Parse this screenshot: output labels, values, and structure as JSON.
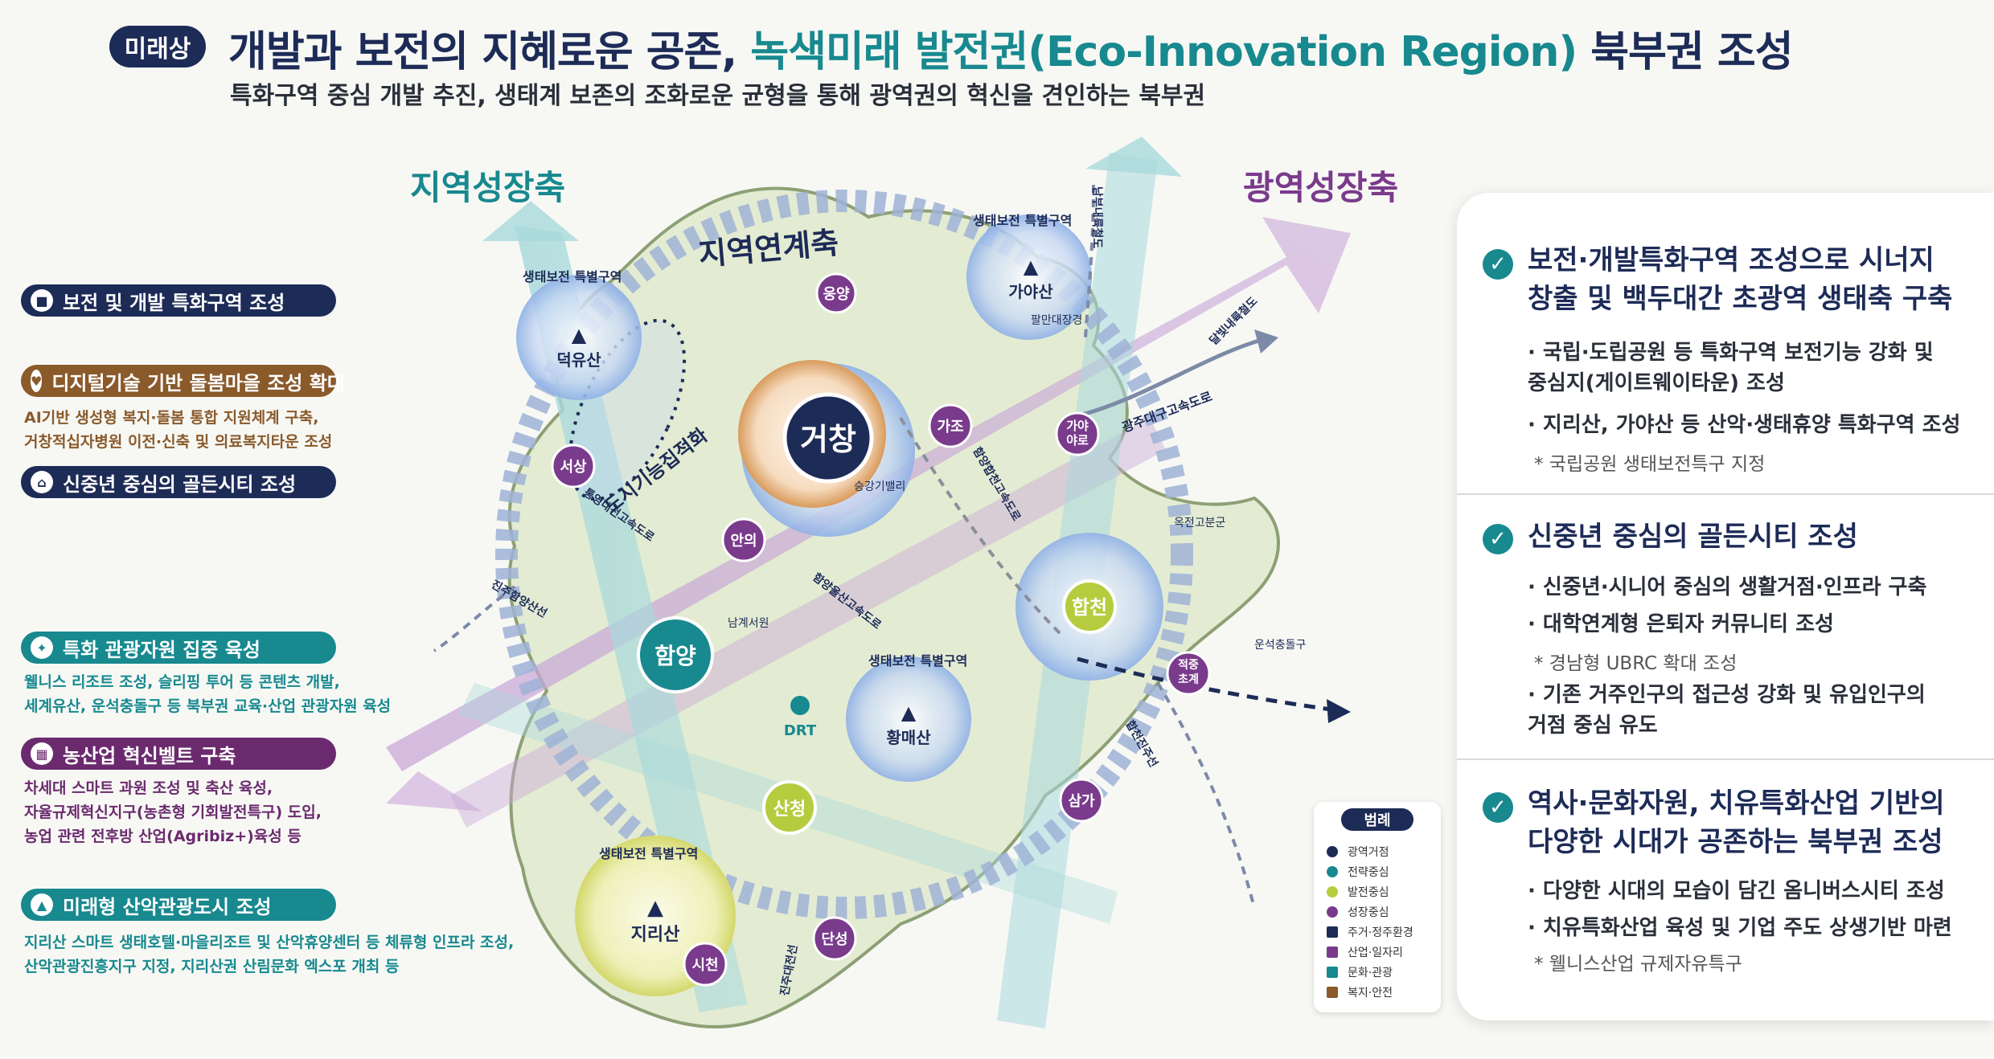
{
  "header": {
    "badge": "미래상",
    "title_main": "개발과 보전의 지혜로운 공존, ",
    "title_accent": "녹색미래 발전권(Eco-Innovation Region)",
    "title_end": " 북부권 조성",
    "subtitle": "특화구역 중심 개발 추진, 생태계 보존의 조화로운 균형을 통해 광역권의 혁신을 견인하는 북부권"
  },
  "axes": {
    "regional": "지역성장축",
    "wide": "광역성장축",
    "link": "지역연계축",
    "urban": "도시기능집적화"
  },
  "left_items": [
    {
      "label": "보전 및 개발 특화구역 조성",
      "color": "#1d2b57",
      "desc": []
    },
    {
      "label": "디지털기술 기반 돌봄마을 조성 확대",
      "color": "#8a5a2b",
      "desc": [
        "AI기반 생성형 복지·돌봄 통합 지원체계 구축,",
        "거창적십자병원 이전·신축 및 의료복지타운 조성"
      ]
    },
    {
      "label": "신중년 중심의 골든시티 조성",
      "color": "#1d2b57",
      "desc": []
    },
    {
      "label": "특화 관광자원 집중 육성",
      "color": "#17898f",
      "desc": [
        "웰니스 리조트 조성, 슬리핑 투어 등 콘텐츠 개발,",
        "세계유산, 운석충돌구 등 북부권 교육·산업 관광자원 육성"
      ]
    },
    {
      "label": "농산업 혁신벨트 구축",
      "color": "#6b2a6e",
      "desc": [
        "차세대 스마트 과원 조성 및 축산 육성,",
        "자율규제혁신지구(농촌형 기회발전특구) 도입,",
        "농업 관련 전후방 산업(Agribiz+)육성 등"
      ]
    },
    {
      "label": "미래형 산악관광도시 조성",
      "color": "#17898f",
      "desc": [
        "지리산 스마트 생태호텔·마을리조트 및 산악휴양센터 등 체류형 인프라 조성,",
        "산악관광진흥지구 지정, 지리산권 산림문화 엑스포 개최 등"
      ]
    }
  ],
  "right_panel": [
    {
      "heading": [
        "보전·개발특화구역 조성으로 시너지",
        "창출 및 백두대간 초광역 생태축 구축"
      ],
      "bullets": [
        "· 국립·도립공원 등 특화구역 보전기능 강화 및",
        "  중심지(게이트웨이타운) 조성",
        "· 지리산, 가야산 등 산악·생태휴양 특화구역 조성"
      ],
      "note": "* 국립공원 생태보전특구 지정"
    },
    {
      "heading": [
        "신중년 중심의 골든시티 조성"
      ],
      "bullets": [
        "· 신중년·시니어 중심의 생활거점·인프라 구축",
        "· 대학연계형 은퇴자 커뮤니티 조성"
      ],
      "note": "* 경남형 UBRC 확대 조성",
      "bullets2": [
        "· 기존 거주인구의 접근성 강화 및 유입인구의",
        "  거점 중심 유도"
      ]
    },
    {
      "heading": [
        "역사·문화자원, 치유특화산업 기반의",
        "다양한 시대가 공존하는 북부권 조성"
      ],
      "bullets": [
        "· 다양한 시대의 모습이 담긴 옴니버스시티 조성",
        "· 치유특화산업 육성 및 기업 주도 상생기반 마련"
      ],
      "note": "* 웰니스산업 규제자유특구"
    }
  ],
  "map": {
    "nodes": {
      "geochang": "거창",
      "hamyang": "함양",
      "hapcheon": "합천",
      "sancheong": "산청",
      "ungyang": "웅양",
      "gajo": "가조",
      "gayaya": "가야\n야로",
      "seosang": "서상",
      "anui": "안의",
      "samga": "삼가",
      "danseong": "단성",
      "sicheon": "시천",
      "jeokjung": "적중\n초계",
      "deogyusan": "덕유산",
      "gayasan": "가야산",
      "hwangmaesan": "황매산",
      "jirisan": "지리산",
      "drt": "DRT"
    },
    "labels": {
      "eco_zone": "생태보전 특별구역",
      "seunggang": "승강기밸리",
      "palman": "팔만대장경",
      "namgye": "남계서원",
      "okjeon": "옥전고분군",
      "crater": "운석충돌구",
      "road1": "남부내륙철도",
      "road2": "달빛내륙철도",
      "road3": "광주대구고속도로",
      "road4": "함양울산고속도로",
      "road5": "통영대전고속도로",
      "road6": "진주함양산선",
      "road7": "합천진주선",
      "road8": "함양합천고속도로",
      "road9": "진주대전선"
    }
  },
  "legend": {
    "title": "범례",
    "items": [
      {
        "label": "광역거점",
        "color": "#1d2b57"
      },
      {
        "label": "전략중심",
        "color": "#17898f"
      },
      {
        "label": "발전중심",
        "color": "#b5cc3e"
      },
      {
        "label": "성장중심",
        "color": "#7a3b8c"
      },
      {
        "label": "주거·정주환경",
        "color": "#1d2b57"
      },
      {
        "label": "산업·일자리",
        "color": "#7a3b8c"
      },
      {
        "label": "문화·관광",
        "color": "#17898f"
      },
      {
        "label": "복지·안전",
        "color": "#8a5a2b"
      }
    ]
  }
}
